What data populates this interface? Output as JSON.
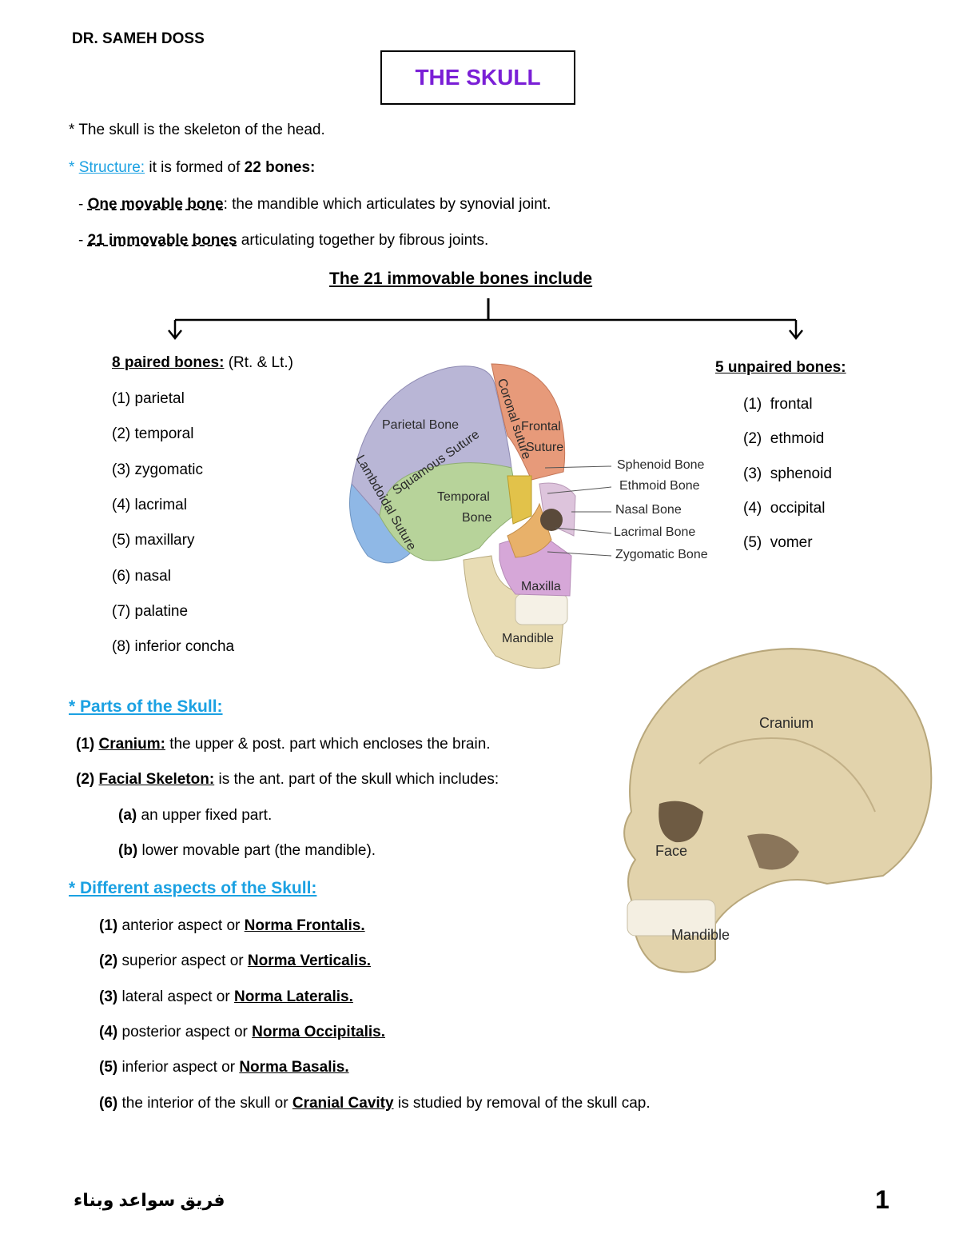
{
  "author": "DR. SAMEH DOSS",
  "title": "THE SKULL",
  "intro": "* The skull is the skeleton of the head.",
  "structure": {
    "bullet": "*",
    "label": "Structure:",
    "text_a": "it is formed of",
    "bold_count": "22 bones:",
    "movable": {
      "prefix": "-",
      "label": "One movable bone",
      "text": ": the mandible which articulates by synovial joint."
    },
    "immovable": {
      "prefix": "-",
      "label": "21 immovable bones",
      "text": "articulating together by fibrous joints."
    }
  },
  "tree_title": "The 21 immovable bones include",
  "paired": {
    "heading": "8 paired bones:",
    "heading_note": "(Rt. & Lt.)",
    "items": [
      "(1) parietal",
      "(2) temporal",
      "(3) zygomatic",
      "(4) lacrimal",
      "(5) maxillary",
      "(6) nasal",
      "(7) palatine",
      "(8) inferior concha"
    ]
  },
  "unpaired": {
    "heading": "5 unpaired bones:",
    "items": [
      "(1)  frontal",
      "(2)  ethmoid",
      "(3)  sphenoid",
      "(4)  occipital",
      "(5)  vomer"
    ]
  },
  "skull_diagram_1": {
    "labels": {
      "parietal": "Parietal Bone",
      "squamous": "Squamous Suture",
      "coronal": "Coronal suture",
      "frontal1": "Frontal",
      "frontal2": "Suture",
      "lambdoidal": "Lambdoidal Suture",
      "temporal1": "Temporal",
      "temporal2": "Bone",
      "sphenoid": "Sphenoid Bone",
      "ethmoid": "Ethmoid Bone",
      "nasal": "Nasal Bone",
      "lacrimal": "Lacrimal Bone",
      "zygomatic": "Zygomatic Bone",
      "maxilla": "Maxilla",
      "mandible": "Mandible"
    },
    "colors": {
      "parietal": "#b9b6d6",
      "frontal": "#e79a7a",
      "temporal": "#b7d39a",
      "occipital": "#8fb8e6",
      "sphenoid": "#e2c24a",
      "zygomatic": "#e8b16a",
      "maxilla": "#d6a7d8",
      "mandible": "#e8dcb4"
    }
  },
  "parts": {
    "heading": "* Parts of the Skull:",
    "cranium": {
      "num": "(1)",
      "label": "Cranium:",
      "text": "the upper & post. part which encloses the brain."
    },
    "facial": {
      "num": "(2)",
      "label": "Facial Skeleton:",
      "text": "is the ant. part of the skull which includes:"
    },
    "sub_a": {
      "num": "(a)",
      "text": "an upper fixed part."
    },
    "sub_b": {
      "num": "(b)",
      "text": "lower movable part (the mandible)."
    }
  },
  "skull_diagram_2": {
    "labels": {
      "cranium": "Cranium",
      "face": "Face",
      "mandible": "Mandible"
    }
  },
  "aspects": {
    "heading": "* Different aspects of the Skull:",
    "items": [
      {
        "num": "(1)",
        "text": "anterior aspect or",
        "term": "Norma Frontalis.",
        "after": ""
      },
      {
        "num": "(2)",
        "text": "superior aspect or",
        "term": "Norma Verticalis.",
        "after": ""
      },
      {
        "num": "(3)",
        "text": "lateral aspect or",
        "term": "Norma Lateralis.",
        "after": ""
      },
      {
        "num": "(4)",
        "text": "posterior aspect or",
        "term": "Norma Occipitalis.",
        "after": ""
      },
      {
        "num": "(5)",
        "text": "inferior aspect or",
        "term": "Norma Basalis.",
        "after": ""
      },
      {
        "num": "(6)",
        "text": "the interior of the skull or",
        "term": "Cranial Cavity",
        "after": "is studied by removal of the skull cap."
      }
    ]
  },
  "footer": {
    "team": "فريق سواعد وبناء",
    "page": "1"
  }
}
